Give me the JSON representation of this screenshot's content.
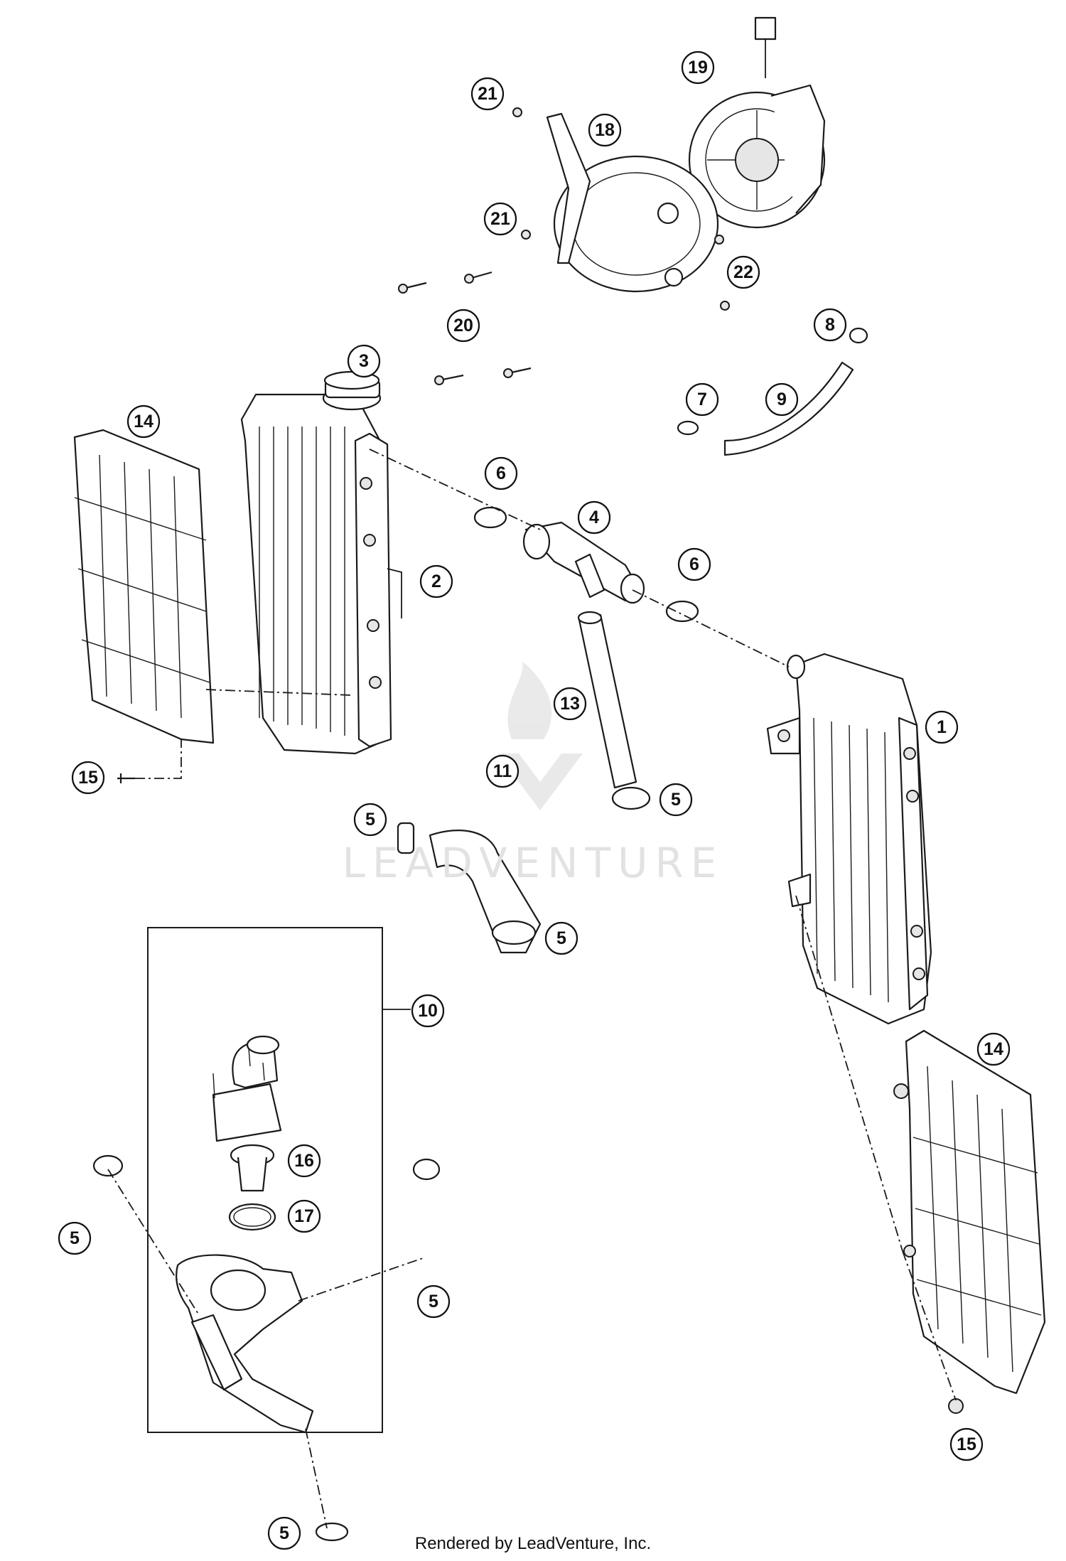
{
  "callouts": [
    {
      "label": "1"
    },
    {
      "label": "2"
    },
    {
      "label": "3"
    },
    {
      "label": "4"
    },
    {
      "label": "5"
    },
    {
      "label": "5"
    },
    {
      "label": "5"
    },
    {
      "label": "5"
    },
    {
      "label": "5"
    },
    {
      "label": "5"
    },
    {
      "label": "6"
    },
    {
      "label": "6"
    },
    {
      "label": "7"
    },
    {
      "label": "8"
    },
    {
      "label": "9"
    },
    {
      "label": "10"
    },
    {
      "label": "11"
    },
    {
      "label": "13"
    },
    {
      "label": "14"
    },
    {
      "label": "14"
    },
    {
      "label": "15"
    },
    {
      "label": "15"
    },
    {
      "label": "16"
    },
    {
      "label": "17"
    },
    {
      "label": "18"
    },
    {
      "label": "19"
    },
    {
      "label": "20"
    },
    {
      "label": "21"
    },
    {
      "label": "21"
    },
    {
      "label": "22"
    }
  ],
  "watermark": "LEADVENTURE",
  "footer": "Rendered by LeadVenture, Inc."
}
